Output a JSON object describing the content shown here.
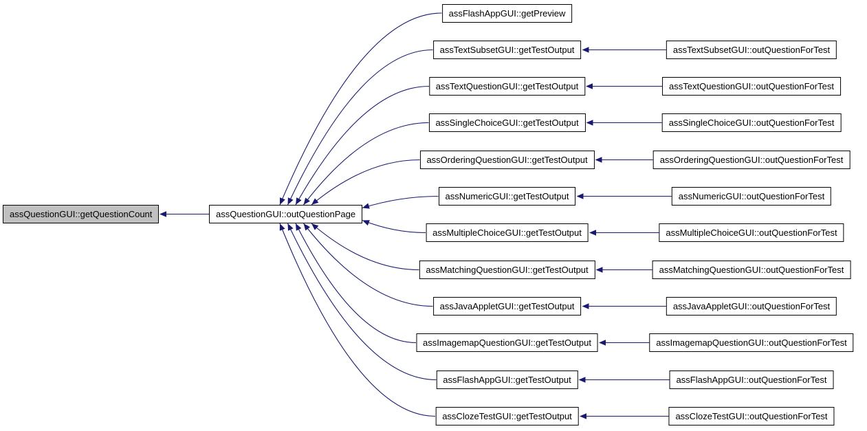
{
  "graph": {
    "type": "caller-graph",
    "root_label": "assQuestionGUI::getQuestionCount",
    "hub_label": "assQuestionGUI::outQuestionPage",
    "rows": [
      {
        "left": "assFlashAppGUI::getPreview",
        "right": null
      },
      {
        "left": "assTextSubsetGUI::getTestOutput",
        "right": "assTextSubsetGUI::outQuestionForTest"
      },
      {
        "left": "assTextQuestionGUI::getTestOutput",
        "right": "assTextQuestionGUI::outQuestionForTest"
      },
      {
        "left": "assSingleChoiceGUI::getTestOutput",
        "right": "assSingleChoiceGUI::outQuestionForTest"
      },
      {
        "left": "assOrderingQuestionGUI::getTestOutput",
        "right": "assOrderingQuestionGUI::outQuestionForTest"
      },
      {
        "left": "assNumericGUI::getTestOutput",
        "right": "assNumericGUI::outQuestionForTest"
      },
      {
        "left": "assMultipleChoiceGUI::getTestOutput",
        "right": "assMultipleChoiceGUI::outQuestionForTest"
      },
      {
        "left": "assMatchingQuestionGUI::getTestOutput",
        "right": "assMatchingQuestionGUI::outQuestionForTest"
      },
      {
        "left": "assJavaAppletGUI::getTestOutput",
        "right": "assJavaAppletGUI::outQuestionForTest"
      },
      {
        "left": "assImagemapQuestionGUI::getTestOutput",
        "right": "assImagemapQuestionGUI::outQuestionForTest"
      },
      {
        "left": "assFlashAppGUI::getTestOutput",
        "right": "assFlashAppGUI::outQuestionForTest"
      },
      {
        "left": "assClozeTestGUI::getTestOutput",
        "right": "assClozeTestGUI::outQuestionForTest"
      }
    ],
    "colors": {
      "edge": "#191970",
      "root_fill": "#c0c0c0",
      "node_fill": "#ffffff",
      "node_border": "#000000",
      "background": "#ffffff"
    }
  }
}
